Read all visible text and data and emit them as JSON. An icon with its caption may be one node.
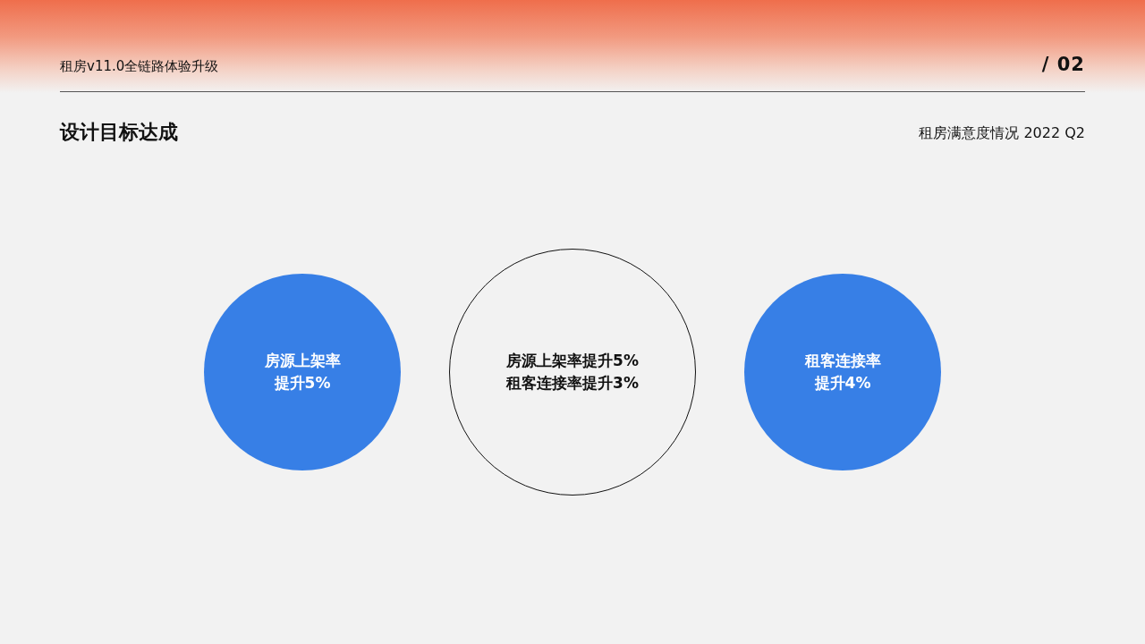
{
  "diagram": {
    "title": "设计目标达成",
    "nodes": [
      {
        "text": [
          "房源上架率提升5%"
        ]
      },
      {
        "text": [
          "房源上架率提升5%",
          "租客连接率提升3%"
        ]
      },
      {
        "text": [
          "租客连接率提升4%"
        ]
      }
    ],
    "edges": [],
    "labels": [
      "租房v11.0全链路体验升级",
      "/ 02",
      "租房满意度情况 2022 Q2"
    ]
  }
}
